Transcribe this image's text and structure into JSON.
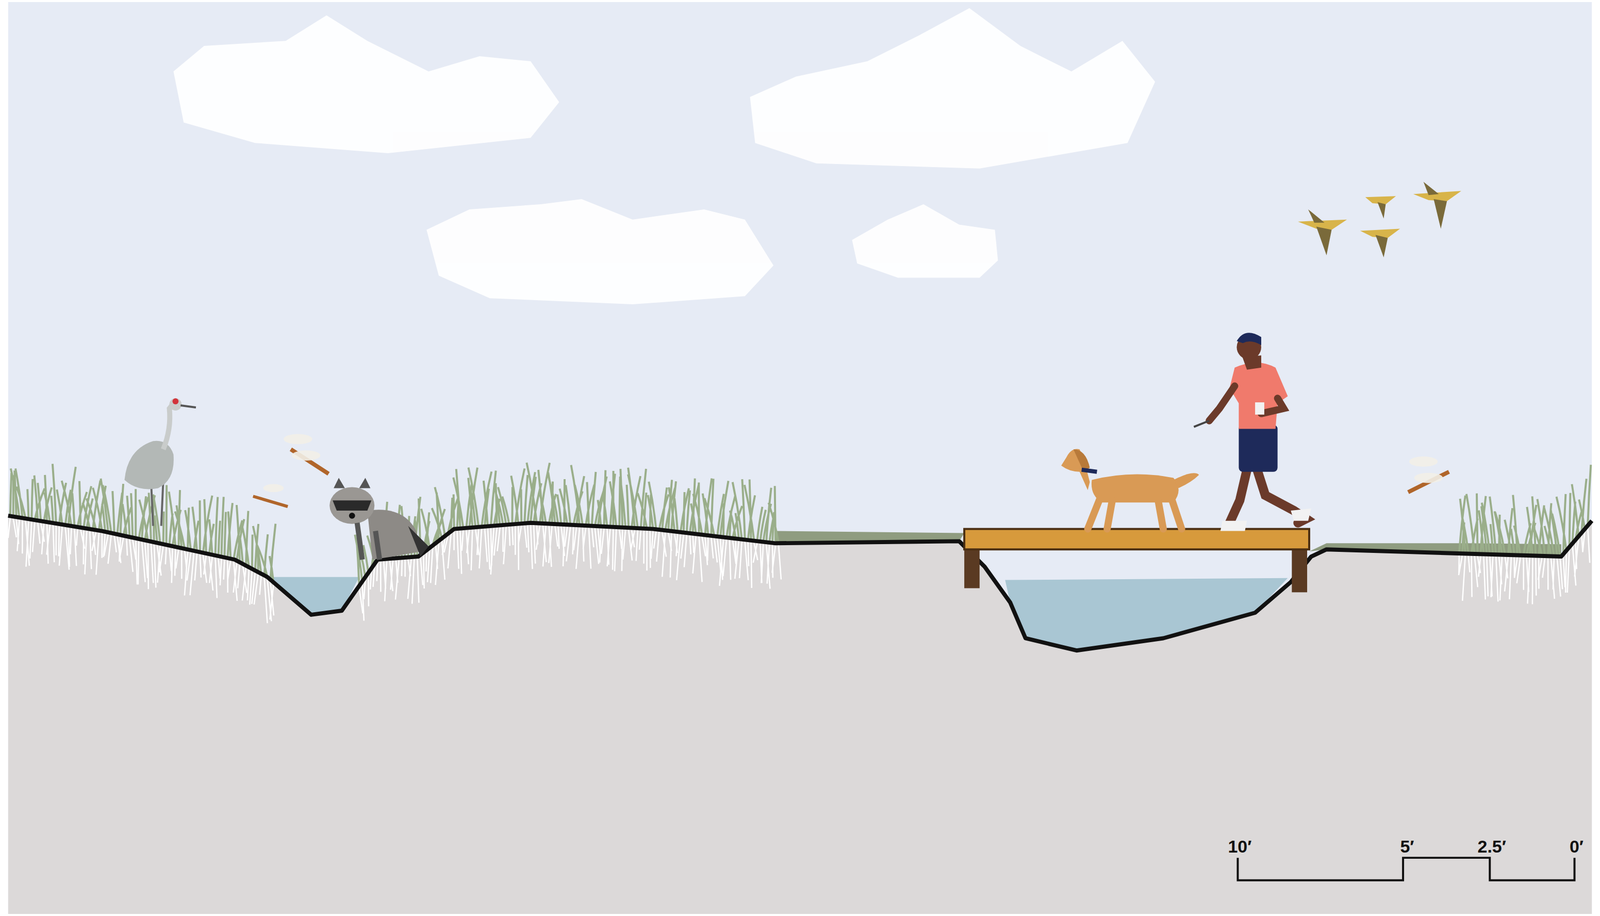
{
  "diagram": {
    "labels": [
      "10′",
      "5′",
      "2.5′",
      "0′"
    ]
  }
}
